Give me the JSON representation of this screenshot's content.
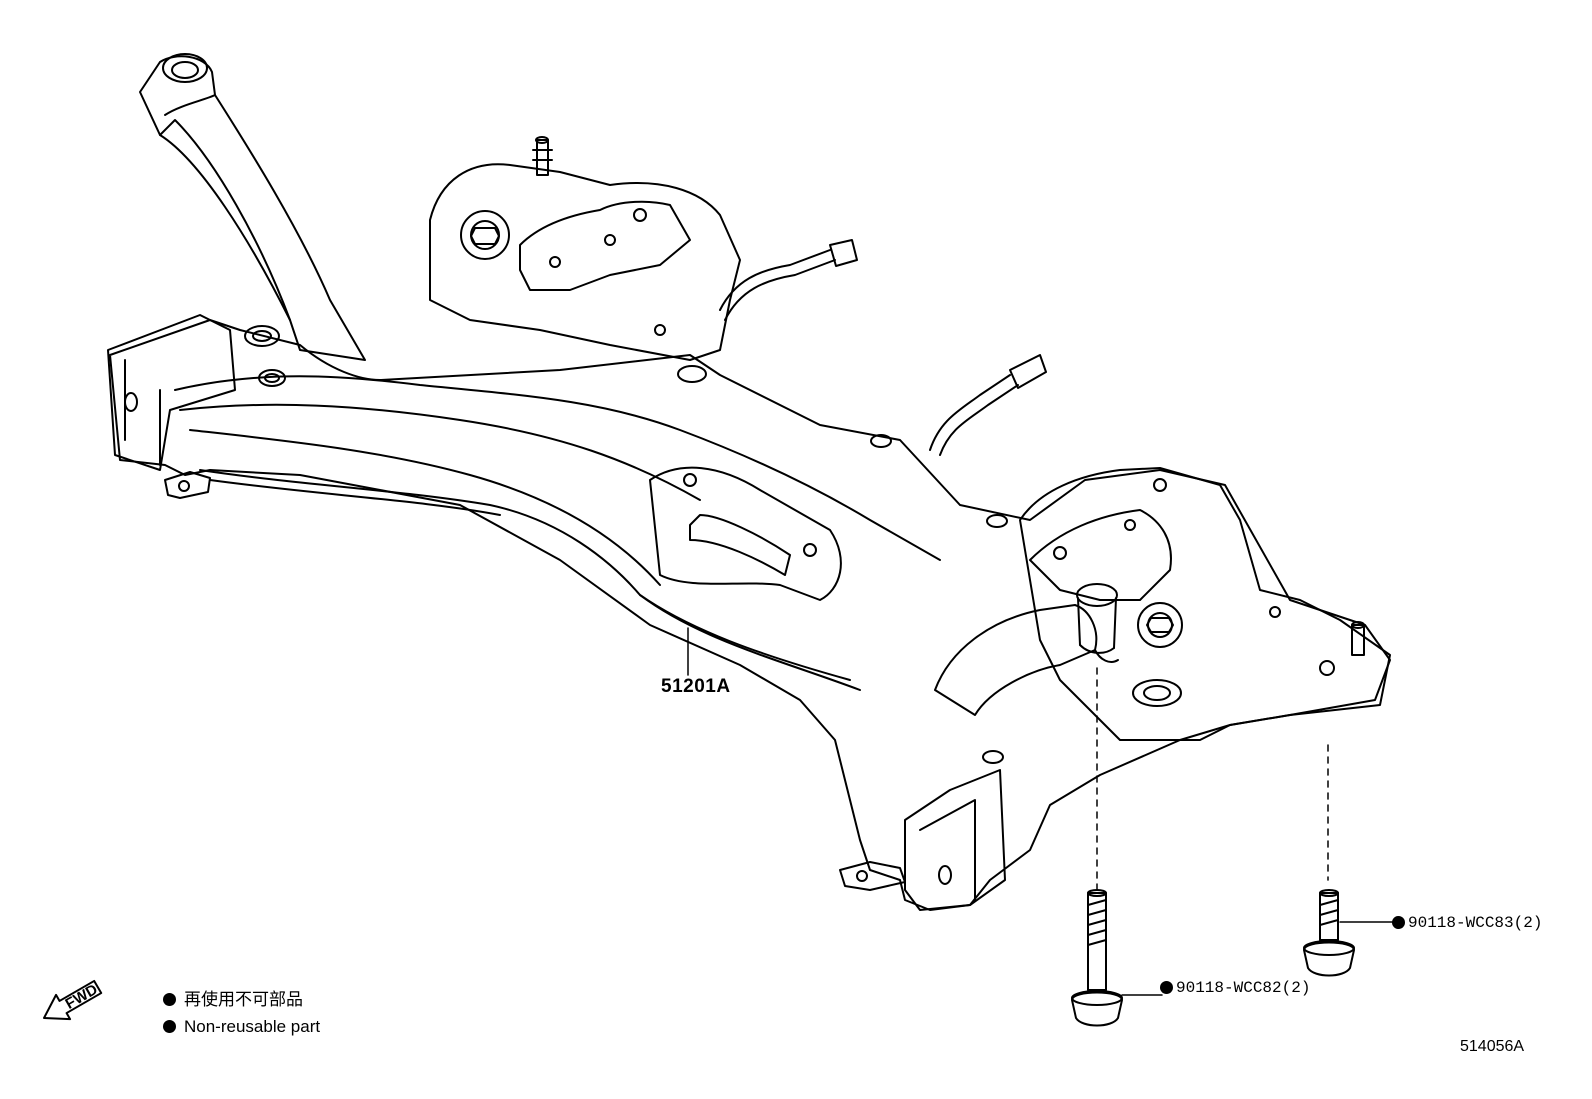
{
  "parts": {
    "main_part": "51201A",
    "bolt_a": {
      "number": "90118-WCC82",
      "qty": "(2)"
    },
    "bolt_b": {
      "number": "90118-WCC83",
      "qty": "(2)"
    }
  },
  "legend": {
    "jp": "再使用不可部品",
    "en": "Non-reusable part"
  },
  "diagram_id": "514056A",
  "fwd_label": "FWD",
  "colors": {
    "line": "#000000",
    "background": "#ffffff"
  }
}
